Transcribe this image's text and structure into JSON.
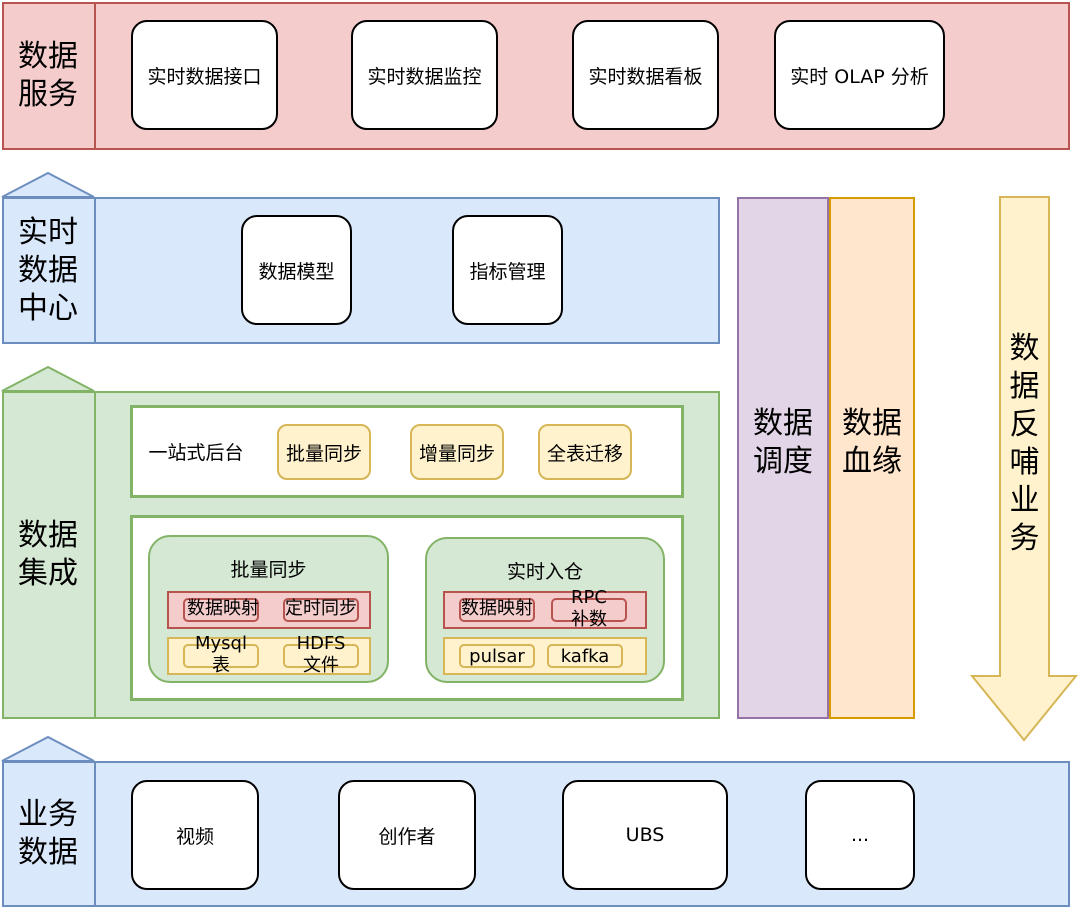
{
  "layers": {
    "data_service": {
      "label": "数据\n服务",
      "items": [
        "实时数据接口",
        "实时数据监控",
        "实时数据看板",
        "实时 OLAP 分析"
      ]
    },
    "data_center": {
      "label": "实时\n数据\n中心",
      "items": [
        "数据模型",
        "指标管理"
      ]
    },
    "data_integration": {
      "label": "数据\n集成",
      "backend": {
        "label": "一站式后台",
        "items": [
          "批量同步",
          "增量同步",
          "全表迁移"
        ]
      },
      "batch": {
        "title": "批量同步",
        "red_items": [
          "数据映射",
          "定时同步"
        ],
        "yellow_items": [
          "Mysql表",
          "HDFS文件"
        ]
      },
      "realtime": {
        "title": "实时入仓",
        "red_items": [
          "数据映射",
          "RPC补数"
        ],
        "yellow_items": [
          "pulsar",
          "kafka"
        ]
      }
    },
    "business_data": {
      "label": "业务\n数据",
      "items": [
        "视频",
        "创作者",
        "UBS",
        "..."
      ]
    }
  },
  "side": {
    "scheduling": "数据\n调度",
    "lineage": "数据\n血缘",
    "feedback": "数据反哺业务"
  },
  "colors": {
    "red_fill": "#f4cccc",
    "red_stroke": "#b85450",
    "blue_fill": "#dae8fc",
    "blue_stroke": "#6c8ebf",
    "green_fill": "#d5e8d4",
    "green_stroke": "#82b366",
    "purple_fill": "#e1d5e7",
    "purple_stroke": "#9673a6",
    "orange_fill": "#ffe6cc",
    "orange_stroke": "#d79b00",
    "yellow_fill": "#fff2cc",
    "yellow_stroke": "#d6b656"
  }
}
